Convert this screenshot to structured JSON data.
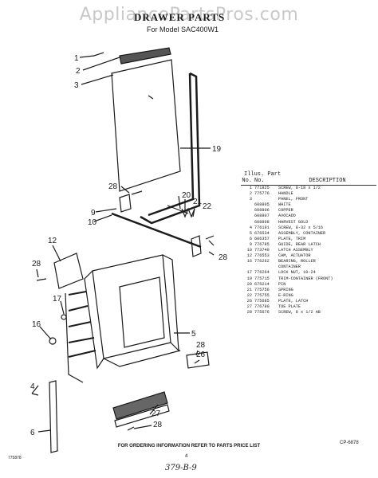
{
  "watermark": "AppliancePartsPros.com",
  "title": "DRAWER PARTS",
  "subtitle": "For Model SAC400W1",
  "callouts": {
    "c1": "1",
    "c2": "2",
    "c3": "3",
    "c19": "19",
    "c28a": "28",
    "c9": "9",
    "c10": "10",
    "c20": "20",
    "c21": "21",
    "c22": "22",
    "c28b": "28",
    "c12": "12",
    "c28c": "28",
    "c17": "17",
    "c16": "16",
    "c5": "5",
    "c4": "4",
    "c28d": "28",
    "c26": "26",
    "c6": "6",
    "c27": "27",
    "c28e": "28"
  },
  "parts_table": {
    "header_top": "Illus. Part",
    "headers": [
      "No.",
      "No.",
      "DESCRIPTION"
    ],
    "rows": [
      [
        "1",
        "771825",
        "SCREW, 8-18 x 1/2"
      ],
      [
        "2",
        "775776",
        "HANDLE"
      ],
      [
        "3",
        "",
        "PANEL, FRONT"
      ],
      [
        "",
        "608805",
        "WHITE"
      ],
      [
        "",
        "608806",
        "COPPER"
      ],
      [
        "",
        "608807",
        "AVOCADO"
      ],
      [
        "",
        "608808",
        "HARVEST GOLD"
      ],
      [
        "4",
        "776191",
        "SCREW, 8-32 x 5/16"
      ],
      [
        "5",
        "676534",
        "ASSEMBLY, CONTAINER"
      ],
      [
        "6",
        "606357",
        "PLATE, TRIM"
      ],
      [
        "9",
        "776785",
        "GUIDE, REAR LATCH"
      ],
      [
        "10",
        "773740",
        "LATCH ASSEMBLY"
      ],
      [
        "12",
        "776553",
        "CAM, ACTUATOR"
      ],
      [
        "16",
        "776262",
        "BEARING, ROLLER"
      ],
      [
        "",
        "",
        "CONTAINER"
      ],
      [
        "17",
        "776264",
        "LOCK NUT, 10-24"
      ],
      [
        "19",
        "775715",
        "TRIM-CONTAINER (FRONT)"
      ],
      [
        "20",
        "675214",
        "PIN"
      ],
      [
        "21",
        "775756",
        "SPRING"
      ],
      [
        "22",
        "775755",
        "E-RING"
      ],
      [
        "26",
        "775685",
        "PLATE, LATCH"
      ],
      [
        "27",
        "776780",
        "TOE PLATE"
      ],
      [
        "28",
        "775676",
        "SCREW, 8 x 1/2 AB"
      ]
    ]
  },
  "diagram_code": "CP-6878",
  "order_note": "FOR ORDERING INFORMATION REFER TO PARTS PRICE LIST",
  "footer_left": "775878",
  "page_number": "4",
  "handwritten_note": "379-B-9"
}
